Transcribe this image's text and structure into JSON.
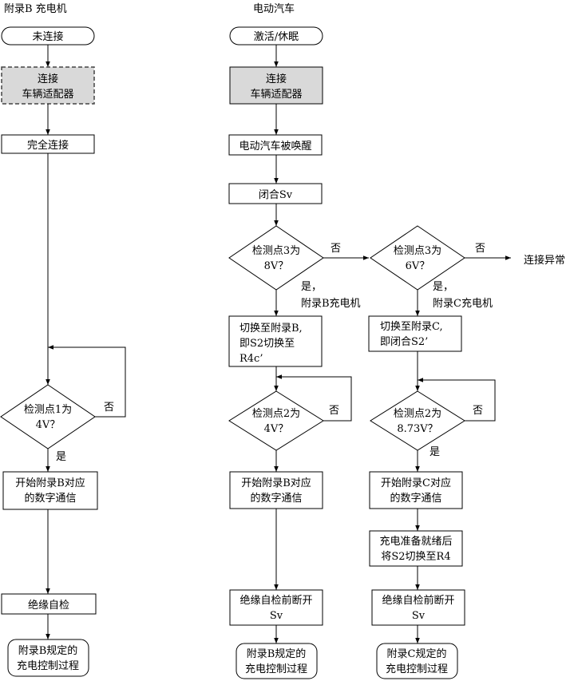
{
  "left": {
    "header": "附录B 充电机",
    "start": "未连接",
    "connect": [
      "连接",
      "车辆适配器"
    ],
    "full": "完全连接",
    "check1": [
      "检测点1为",
      "4V？"
    ],
    "check1_no": "否",
    "check1_yes": "是",
    "comm": [
      "开始附录B对应",
      "的数字通信"
    ],
    "insulation": "绝缘自检",
    "end": [
      "附录B规定的",
      "充电控制过程"
    ]
  },
  "middle": {
    "header": "电动汽车",
    "start": "激活/休眠",
    "connect": [
      "连接",
      "车辆适配器"
    ],
    "wake": "电动汽车被唤醒",
    "close": "闭合Sv",
    "check3": [
      "检测点3为",
      "8V？"
    ],
    "check3_no": "否",
    "check3_yes": [
      "是，",
      "附录B充电机"
    ],
    "switch": [
      "切换至附录B,",
      "即S2切换至",
      "R4c’"
    ],
    "check2": [
      "检测点2为",
      "4V？"
    ],
    "check2_no": "否",
    "comm": [
      "开始附录B对应",
      "的数字通信"
    ],
    "insulation": [
      "绝缘自检前断开",
      "Sv"
    ],
    "end": [
      "附录B规定的",
      "充电控制过程"
    ]
  },
  "right": {
    "check3": [
      "检测点3为",
      "6V？"
    ],
    "check3_no": "否",
    "abnormal": "连接异常",
    "check3_yes": [
      "是，",
      "附录C充电机"
    ],
    "switch": [
      "切换至附录C,",
      "即闭合S2’"
    ],
    "check2": [
      "检测点2为",
      "8.73V？"
    ],
    "check2_no": "否",
    "check2_yes": "是",
    "comm": [
      "开始附录C对应",
      "的数字通信"
    ],
    "ready": [
      "充电准备就绪后",
      "将S2切换至R4"
    ],
    "insulation": [
      "绝缘自检前断开",
      "Sv"
    ],
    "end": [
      "附录C规定的",
      "充电控制过程"
    ]
  }
}
